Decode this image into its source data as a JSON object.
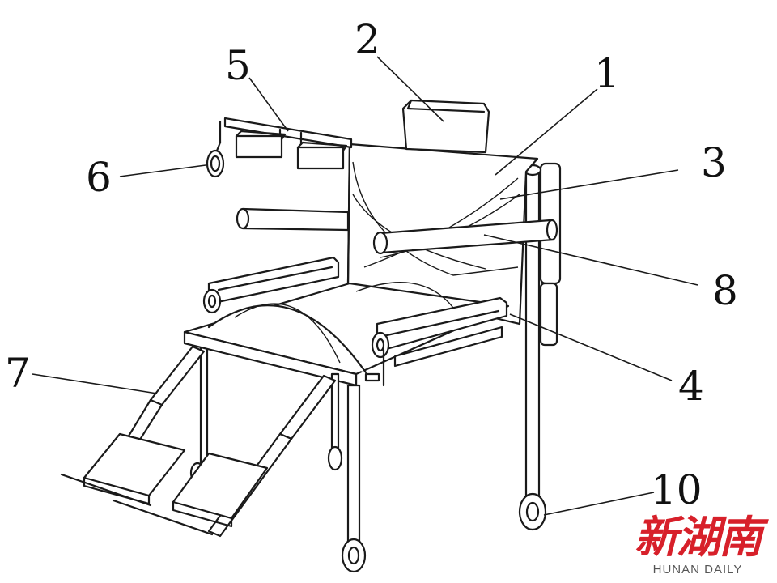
{
  "diagram": {
    "labels": [
      "1",
      "2",
      "3",
      "4",
      "5",
      "6",
      "7",
      "8",
      "10"
    ]
  },
  "watermark": {
    "chinese": "新湖南",
    "english": "HUNAN DAILY"
  }
}
